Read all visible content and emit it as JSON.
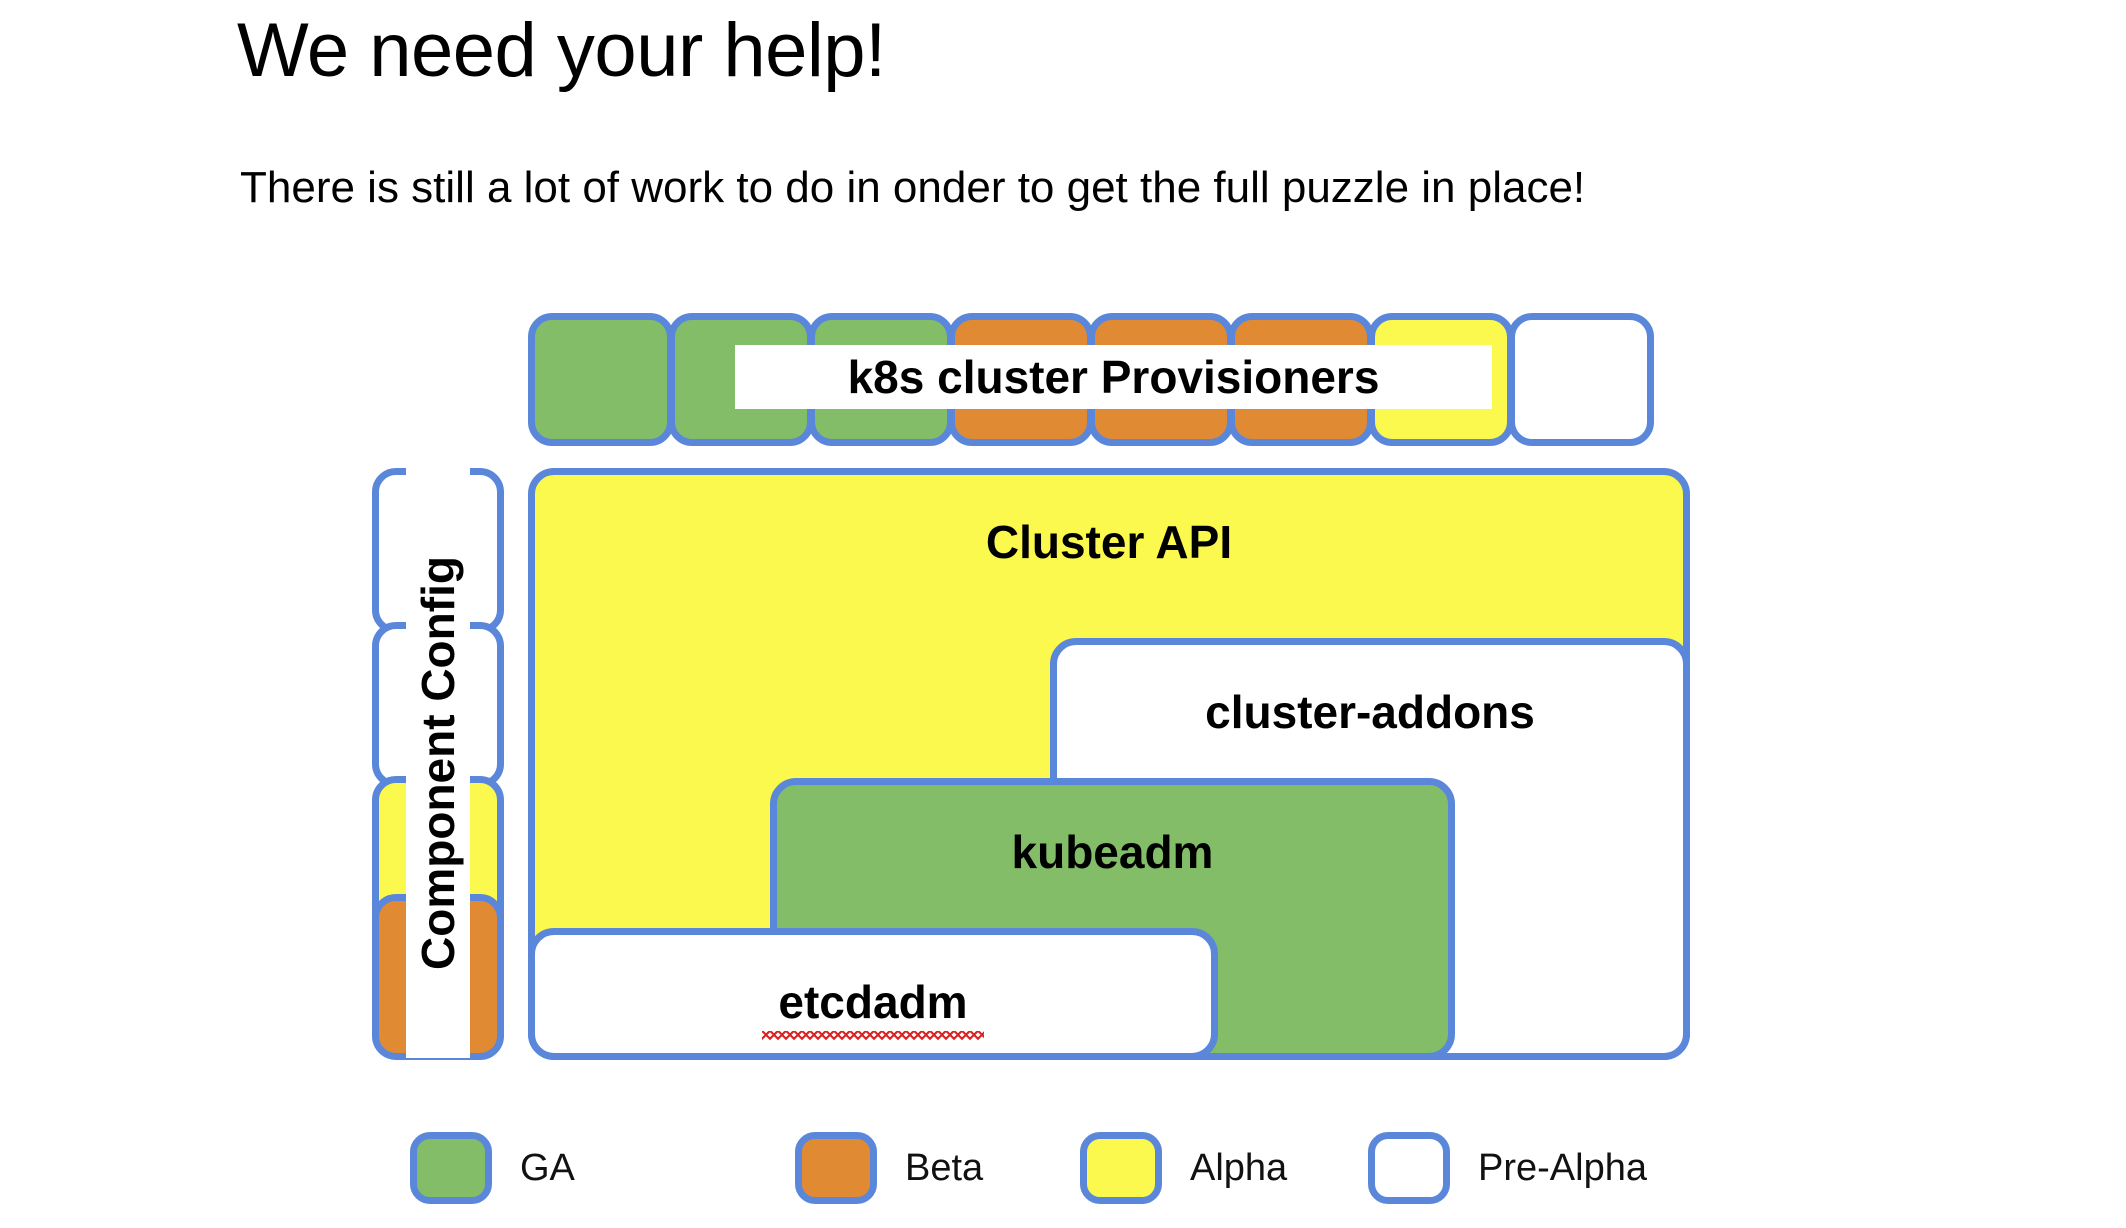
{
  "slide": {
    "title": "We need your help!",
    "subtitle": "There is still a lot of work to do in onder to get the full puzzle in place!",
    "background_color": "#ffffff",
    "border_color": "#5b87da"
  },
  "maturity_colors": {
    "ga": "#84bd67",
    "beta": "#e08b34",
    "alpha": "#fbf94d",
    "pre_alpha": "#ffffff"
  },
  "provisioner_row": {
    "label": "k8s cluster Provisioners",
    "tiles": [
      {
        "maturity": "ga"
      },
      {
        "maturity": "ga"
      },
      {
        "maturity": "ga"
      },
      {
        "maturity": "beta"
      },
      {
        "maturity": "beta"
      },
      {
        "maturity": "beta"
      },
      {
        "maturity": "alpha"
      },
      {
        "maturity": "pre_alpha"
      }
    ]
  },
  "component_config": {
    "label": "Component Config",
    "tiles": [
      {
        "maturity": "pre_alpha"
      },
      {
        "maturity": "pre_alpha"
      },
      {
        "maturity": "alpha"
      },
      {
        "maturity": "beta"
      }
    ]
  },
  "stack": {
    "cluster_api": {
      "label": "Cluster API",
      "maturity": "alpha"
    },
    "cluster_addons": {
      "label": "cluster-addons",
      "maturity": "pre_alpha"
    },
    "kubeadm": {
      "label": "kubeadm",
      "maturity": "ga"
    },
    "etcdadm": {
      "label": "etcdadm",
      "maturity": "pre_alpha",
      "spellcheck_underline": true
    }
  },
  "legend": {
    "items": [
      {
        "label": "GA",
        "maturity": "ga"
      },
      {
        "label": "Beta",
        "maturity": "beta"
      },
      {
        "label": "Alpha",
        "maturity": "alpha"
      },
      {
        "label": "Pre-Alpha",
        "maturity": "pre_alpha"
      }
    ]
  }
}
